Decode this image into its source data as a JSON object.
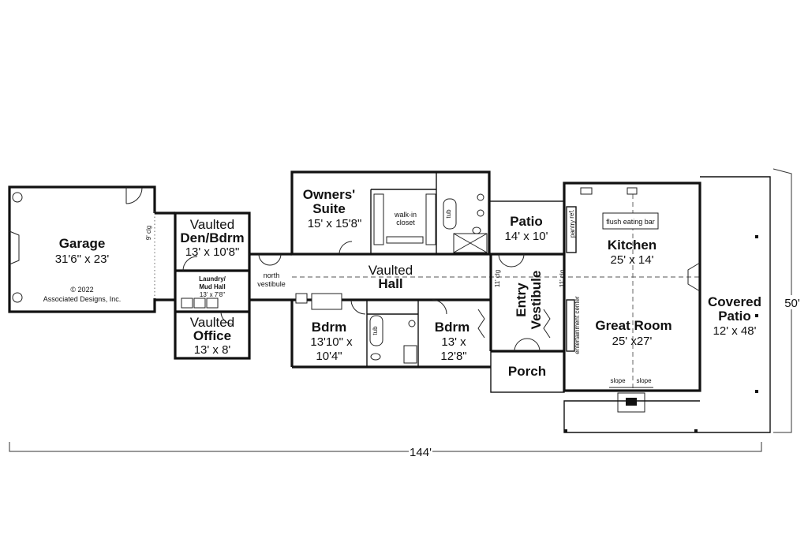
{
  "rooms": {
    "garage": {
      "name": "Garage",
      "size": "31'6\" x 23'"
    },
    "den": {
      "name1": "Vaulted",
      "name2": "Den/Bdrm",
      "size": "13' x 10'8\""
    },
    "laundry": {
      "name1": "Laundry/",
      "name2": "Mud Hall",
      "size": "13' x 7'8\""
    },
    "office": {
      "name1": "Vaulted",
      "name2": "Office",
      "size": "13' x 8'"
    },
    "north_vestibule": {
      "line1": "north",
      "line2": "vestibule"
    },
    "owners_suite": {
      "name1": "Owners'",
      "name2": "Suite",
      "size": "15' x 15'8\""
    },
    "walkin": {
      "line1": "walk-in",
      "line2": "closet"
    },
    "hall": {
      "name1": "Vaulted",
      "name2": "Hall"
    },
    "bdrm1": {
      "name": "Bdrm",
      "size1": "13'10\" x",
      "size2": "10'4\""
    },
    "bdrm2": {
      "name": "Bdrm",
      "size1": "13' x",
      "size2": "12'8\""
    },
    "patio": {
      "name": "Patio",
      "size": "14' x 10'"
    },
    "entry": {
      "name1": "Entry",
      "name2": "Vestibule"
    },
    "porch": {
      "name": "Porch"
    },
    "kitchen": {
      "name": "Kitchen",
      "size": "25' x 14'"
    },
    "great_room": {
      "name": "Great Room",
      "size": "25' x27'"
    },
    "covered_patio": {
      "name1": "Covered",
      "name2": "Patio",
      "size": "12' x 48'"
    }
  },
  "labels": {
    "ceiling_garage": "9' clg",
    "ceiling_left": "11' clg",
    "ceiling_right": "11' clg",
    "tub": "tub",
    "pantry": "pantry",
    "ref": "ref.",
    "flush_eating_bar": "flush eating bar",
    "entertainment_center": "entertainment center",
    "slope_left": "slope",
    "slope_right": "slope",
    "copyright1": "© 2022",
    "copyright2": "Associated Designs, Inc."
  },
  "dimensions": {
    "overall_width": "144'",
    "overall_depth": "50'"
  }
}
